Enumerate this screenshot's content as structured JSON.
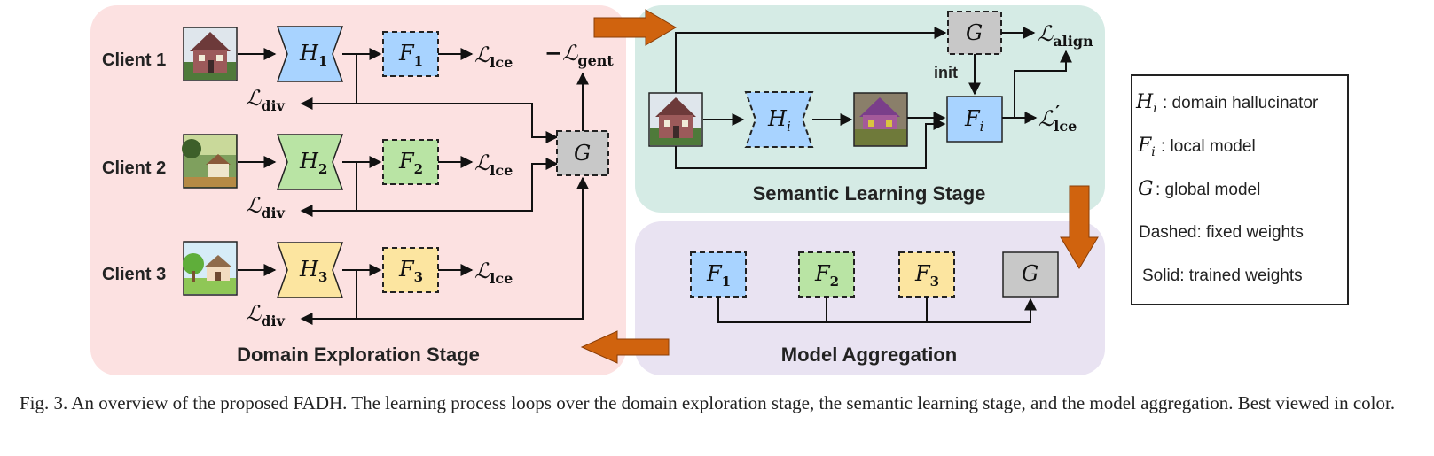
{
  "colors": {
    "exploration_bg": "#fce1e1",
    "semantic_bg": "#d5ebe5",
    "aggregation_bg": "#e9e3f2",
    "h1_fill": "#a8d3ff",
    "h2_fill": "#b9e4a4",
    "h3_fill": "#fce5a0",
    "g_fill": "#c8c8c8",
    "flow_arrow": "#d0630e"
  },
  "stages": {
    "exploration": "Domain Exploration Stage",
    "semantic": "Semantic Learning Stage",
    "aggregation": "Model Aggregation"
  },
  "clients": [
    {
      "label": "Client 1",
      "h_main": "H",
      "h_sub": "1",
      "f_main": "F",
      "f_sub": "1",
      "loss": "lce",
      "div": "div"
    },
    {
      "label": "Client 2",
      "h_main": "H",
      "h_sub": "2",
      "f_main": "F",
      "f_sub": "2",
      "loss": "lce",
      "div": "div"
    },
    {
      "label": "Client 3",
      "h_main": "H",
      "h_sub": "3",
      "f_main": "F",
      "f_sub": "3",
      "loss": "lce",
      "div": "div"
    }
  ],
  "exploration": {
    "gent_minus": "−",
    "gent_sub": "gent",
    "g": "G"
  },
  "semantic": {
    "g": "G",
    "init": "init",
    "align_sub": "align",
    "hi_main": "H",
    "hi_sub": "i",
    "fi_main": "F",
    "fi_sub": "i",
    "lce_sub": "lce",
    "prime": "′"
  },
  "aggregation": {
    "models": [
      {
        "main": "F",
        "sub": "1"
      },
      {
        "main": "F",
        "sub": "2"
      },
      {
        "main": "F",
        "sub": "3"
      }
    ],
    "g": "G"
  },
  "loss_symbol": "ℒ",
  "legend": [
    {
      "sym": "H",
      "sub": "i",
      "text": ": domain hallucinator"
    },
    {
      "sym": "F",
      "sub": "i",
      "text": ": local model"
    },
    {
      "sym": "G",
      "sub": "",
      "text": ": global model"
    },
    {
      "sym": "",
      "sub": "",
      "text": "Dashed: fixed weights"
    },
    {
      "sym": "",
      "sub": "",
      "text": "Solid: trained weights"
    }
  ],
  "caption": "Fig. 3.  An overview of the proposed FADH. The learning process loops over the domain exploration stage, the semantic learning stage, and the model aggregation. Best viewed in color."
}
